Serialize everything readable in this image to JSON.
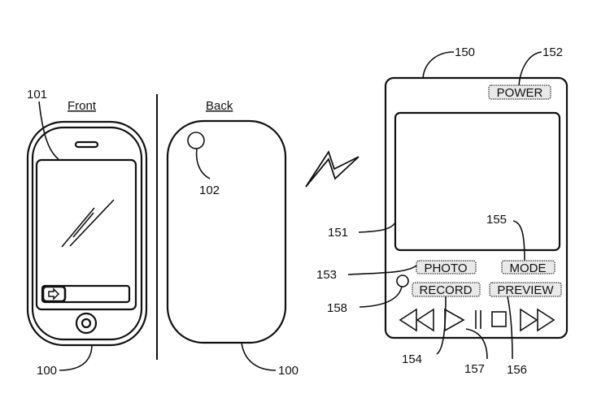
{
  "figure": {
    "captions": {
      "front": "Front",
      "back": "Back"
    },
    "phone": {
      "front_ref_device": "100",
      "front_ref_screen": "101",
      "back_ref_device": "100",
      "back_ref_camera": "102"
    },
    "remote": {
      "ref_device": "150",
      "ref_display": "151",
      "ref_power": "152",
      "ref_photo": "153",
      "ref_record": "154",
      "ref_mode": "155",
      "ref_preview": "156",
      "ref_transport": "157",
      "ref_indicator": "158",
      "buttons": {
        "power": "POWER",
        "photo": "PHOTO",
        "mode": "MODE",
        "record": "RECORD",
        "preview": "PREVIEW"
      },
      "transport_icons": [
        "rewind-icon",
        "play-icon",
        "pause-icon",
        "stop-icon",
        "fast-forward-icon"
      ]
    },
    "wireless_link_icon": "lightning-icon"
  }
}
